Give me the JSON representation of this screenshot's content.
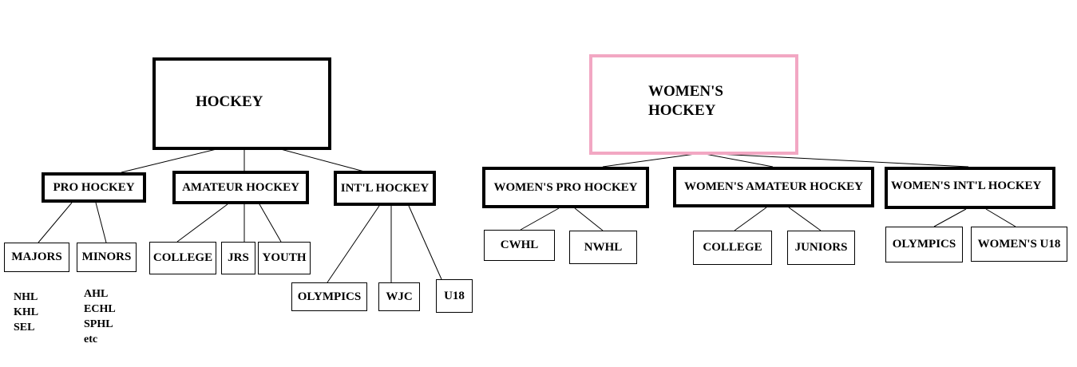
{
  "hockey": {
    "root": "HOCKEY",
    "pro": "PRO HOCKEY",
    "amateur": "AMATEUR HOCKEY",
    "intl": "INT'L HOCKEY",
    "majors": "MAJORS",
    "minors": "MINORS",
    "college": "COLLEGE",
    "jrs": "JRS",
    "youth": "YOUTH",
    "olympics": "OLYMPICS",
    "wjc": "WJC",
    "u18": "U18",
    "majors_list": "NHL\nKHL\nSEL",
    "minors_list": "AHL\nECHL\nSPHL\netc"
  },
  "womens": {
    "root": "WOMEN'S\nHOCKEY",
    "pro": "WOMEN'S PRO HOCKEY",
    "amateur": "WOMEN'S AMATEUR HOCKEY",
    "intl": "WOMEN'S INT'L HOCKEY",
    "cwhl": "CWHL",
    "nwhl": "NWHL",
    "college": "COLLEGE",
    "juniors": "JUNIORS",
    "olympics": "OLYMPICS",
    "u18": "WOMEN'S U18"
  },
  "colors": {
    "line": "#000000",
    "womens_root_border": "#f2a7c3"
  }
}
